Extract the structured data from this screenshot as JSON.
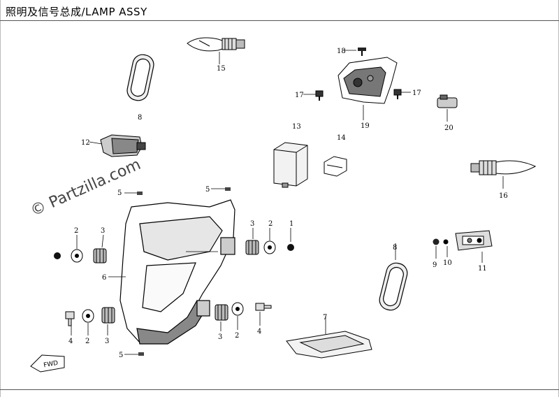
{
  "title": "照明及信号总成/LAMP ASSY",
  "watermark": "© Partzilla.com",
  "fwd_label": "FWD",
  "callouts": {
    "c1": "1",
    "c2a": "2",
    "c2b": "2",
    "c2c": "2",
    "c3a": "3",
    "c3b": "3",
    "c3c": "3",
    "c3d": "3",
    "c4a": "4",
    "c4b": "4",
    "c5a": "5",
    "c5b": "5",
    "c5c": "5",
    "c6": "6",
    "c7": "7",
    "c8a": "8",
    "c8b": "8",
    "c9": "9",
    "c10": "10",
    "c11": "11",
    "c12": "12",
    "c13": "13",
    "c14": "14",
    "c15": "15",
    "c16": "16",
    "c17a": "17",
    "c17b": "17",
    "c18": "18",
    "c19": "19",
    "c20": "20"
  }
}
